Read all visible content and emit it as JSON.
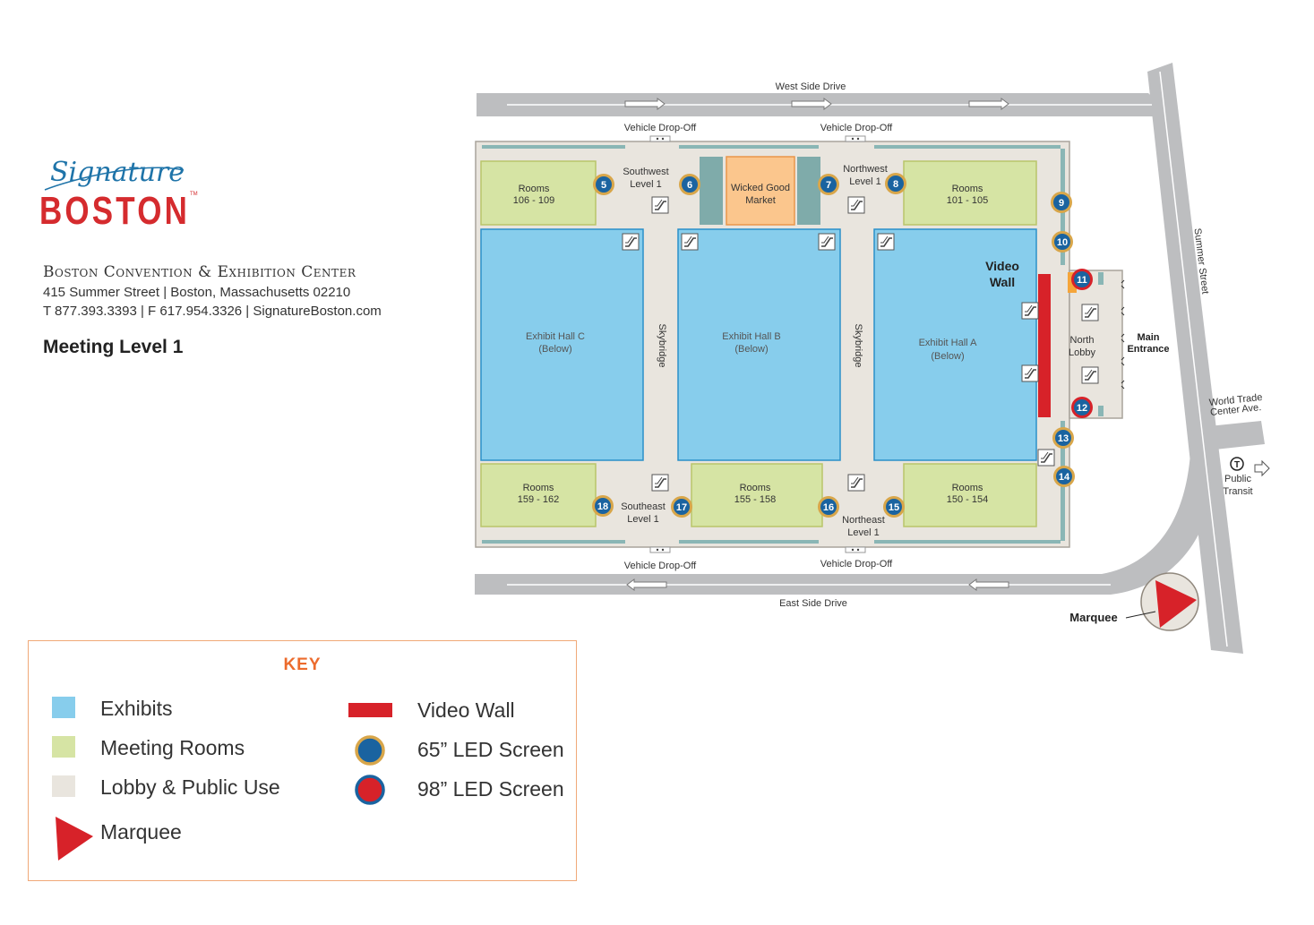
{
  "brand": {
    "script": "Signature",
    "name": "BOSTON",
    "tm": "TM"
  },
  "venue": {
    "name": "Boston Convention & Exhibition Center",
    "address": "415 Summer Street  |  Boston, Massachusetts 02210",
    "contact": "T 877.393.3393  |  F 617.954.3326  |  SignatureBoston.com",
    "level": "Meeting Level 1"
  },
  "streets": {
    "west": "West Side Drive",
    "east": "East Side Drive",
    "summer": "Summer Street",
    "wtc": [
      "World Trade",
      "Center Ave."
    ]
  },
  "dropoffs": [
    "Vehicle Drop-Off",
    "Vehicle Drop-Off",
    "Vehicle Drop-Off",
    "Vehicle Drop-Off"
  ],
  "halls": [
    {
      "name": "Exhibit Hall C",
      "note": "(Below)"
    },
    {
      "name": "Exhibit Hall B",
      "note": "(Below)"
    },
    {
      "name": "Exhibit Hall A",
      "note": "(Below)"
    }
  ],
  "rooms": [
    {
      "label": "Rooms",
      "range": "106 - 109"
    },
    {
      "label": "Rooms",
      "range": "101 - 105"
    },
    {
      "label": "Rooms",
      "range": "159 - 162"
    },
    {
      "label": "Rooms",
      "range": "155 - 158"
    },
    {
      "label": "Rooms",
      "range": "150 - 154"
    }
  ],
  "market": [
    "Wicked Good",
    "Market"
  ],
  "corridors": [
    "Skybridge",
    "Skybridge"
  ],
  "areas": {
    "southwest": [
      "Southwest",
      "Level 1"
    ],
    "northwest": [
      "Northwest",
      "Level 1"
    ],
    "southeast": [
      "Southeast",
      "Level 1"
    ],
    "northeast": [
      "Northeast",
      "Level 1"
    ],
    "north_lobby": [
      "North",
      "Lobby"
    ],
    "main_entrance": [
      "Main",
      "Entrance"
    ],
    "video_wall": [
      "Video",
      "Wall"
    ],
    "transit": [
      "Public",
      "Transit"
    ],
    "transit_icon": "T",
    "marquee": "Marquee"
  },
  "screens": [
    {
      "n": "5",
      "type": "65"
    },
    {
      "n": "6",
      "type": "65"
    },
    {
      "n": "7",
      "type": "65"
    },
    {
      "n": "8",
      "type": "65"
    },
    {
      "n": "9",
      "type": "65"
    },
    {
      "n": "10",
      "type": "65"
    },
    {
      "n": "11",
      "type": "98"
    },
    {
      "n": "12",
      "type": "98"
    },
    {
      "n": "13",
      "type": "65"
    },
    {
      "n": "14",
      "type": "65"
    },
    {
      "n": "15",
      "type": "65"
    },
    {
      "n": "16",
      "type": "65"
    },
    {
      "n": "17",
      "type": "65"
    },
    {
      "n": "18",
      "type": "65"
    }
  ],
  "key": {
    "title": "KEY",
    "items": {
      "exhibits": "Exhibits",
      "meeting": "Meeting Rooms",
      "lobby": "Lobby & Public Use",
      "marquee": "Marquee",
      "video": "Video Wall",
      "led65": "65” LED Screen",
      "led98": "98” LED Screen"
    }
  },
  "colors": {
    "exhibit": "#87cdec",
    "meeting": "#d6e4a4",
    "lobby": "#e9e5de",
    "market": "#fbc68d",
    "video": "#d72229",
    "road": "#bdbec0",
    "brand_red": "#d52b2e",
    "brand_blue": "#1f74a9",
    "screen_blue": "#1a63a0",
    "screen_ring65": "#d8a64a",
    "screen_ring98": "#d72229",
    "key_title": "#ec6b2d"
  },
  "icons": {
    "escalator": "escalator-icon",
    "screen": "led-screen-icon",
    "transit": "t-transit-icon",
    "arrow": "direction-arrow-icon",
    "marquee": "marquee-triangle-icon"
  }
}
